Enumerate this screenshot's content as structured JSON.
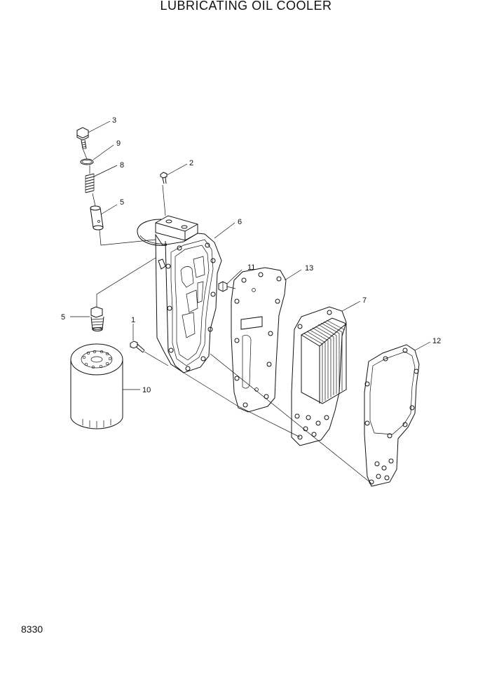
{
  "title": "LUBRICATING OIL COOLER",
  "page_code": "8330",
  "callouts": {
    "c1": "1",
    "c2": "2",
    "c3": "3",
    "c5a": "5",
    "c5b": "5",
    "c6": "6",
    "c7": "7",
    "c8": "8",
    "c9": "9",
    "c10": "10",
    "c11": "11",
    "c12": "12",
    "c13": "13"
  }
}
